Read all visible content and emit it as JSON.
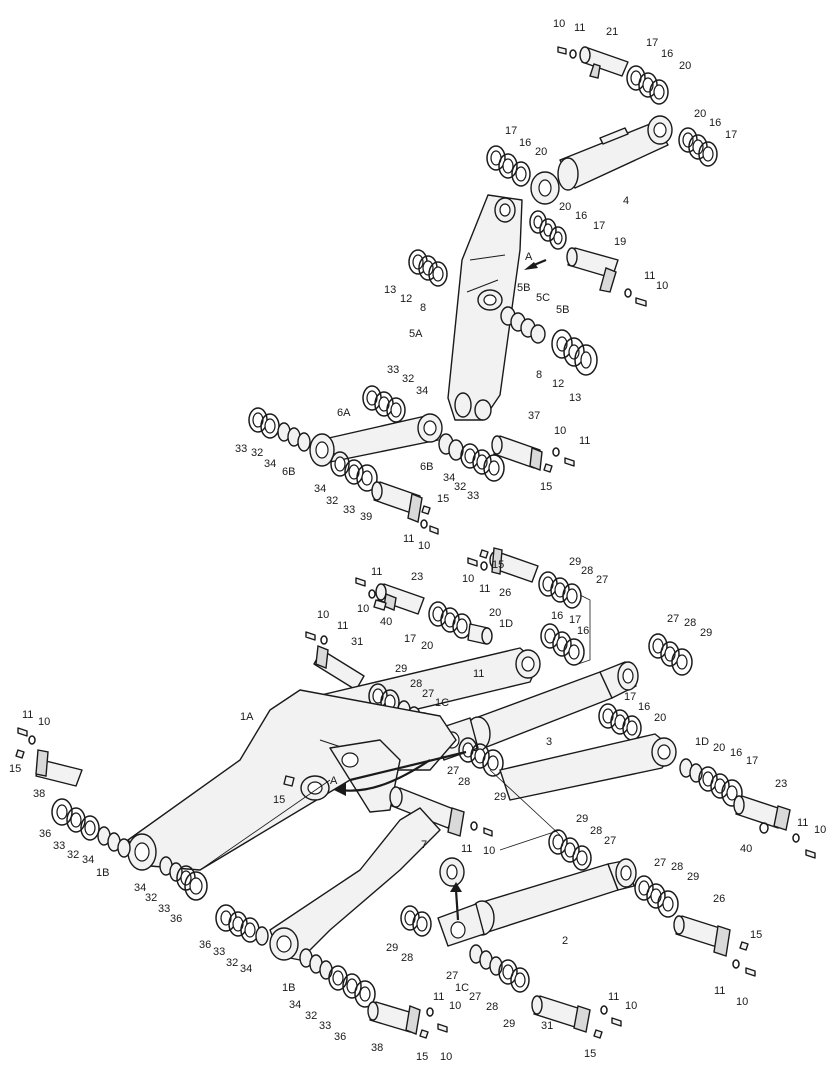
{
  "callouts": [
    {
      "key": "c1",
      "text": "10"
    },
    {
      "key": "c2",
      "text": "11"
    },
    {
      "key": "c3",
      "text": "21"
    },
    {
      "key": "c4",
      "text": "17"
    },
    {
      "key": "c5",
      "text": "16"
    },
    {
      "key": "c6",
      "text": "20"
    },
    {
      "key": "c7",
      "text": "20"
    },
    {
      "key": "c8",
      "text": "16"
    },
    {
      "key": "c9",
      "text": "17"
    },
    {
      "key": "c10",
      "text": "17"
    },
    {
      "key": "c11",
      "text": "16"
    },
    {
      "key": "c12",
      "text": "20"
    },
    {
      "key": "c13",
      "text": "4"
    },
    {
      "key": "c14",
      "text": "20"
    },
    {
      "key": "c15",
      "text": "16"
    },
    {
      "key": "c16",
      "text": "17"
    },
    {
      "key": "c17",
      "text": "19"
    },
    {
      "key": "c18",
      "text": "A"
    },
    {
      "key": "c19",
      "text": "11"
    },
    {
      "key": "c20",
      "text": "10"
    },
    {
      "key": "c21",
      "text": "13"
    },
    {
      "key": "c22",
      "text": "12"
    },
    {
      "key": "c23",
      "text": "8"
    },
    {
      "key": "c24",
      "text": "5B"
    },
    {
      "key": "c25",
      "text": "5C"
    },
    {
      "key": "c26",
      "text": "5B"
    },
    {
      "key": "c27",
      "text": "5A"
    },
    {
      "key": "c28",
      "text": "8"
    },
    {
      "key": "c29",
      "text": "12"
    },
    {
      "key": "c30",
      "text": "13"
    },
    {
      "key": "c31",
      "text": "33"
    },
    {
      "key": "c32",
      "text": "32"
    },
    {
      "key": "c33",
      "text": "34"
    },
    {
      "key": "c34",
      "text": "6A"
    },
    {
      "key": "c35",
      "text": "33"
    },
    {
      "key": "c36",
      "text": "32"
    },
    {
      "key": "c37",
      "text": "34"
    },
    {
      "key": "c38",
      "text": "6B"
    },
    {
      "key": "c39",
      "text": "37"
    },
    {
      "key": "c40",
      "text": "10"
    },
    {
      "key": "c41",
      "text": "11"
    },
    {
      "key": "c42",
      "text": "6B"
    },
    {
      "key": "c43",
      "text": "34"
    },
    {
      "key": "c44",
      "text": "32"
    },
    {
      "key": "c45",
      "text": "33"
    },
    {
      "key": "c46",
      "text": "15"
    },
    {
      "key": "c47",
      "text": "34"
    },
    {
      "key": "c48",
      "text": "32"
    },
    {
      "key": "c49",
      "text": "33"
    },
    {
      "key": "c50",
      "text": "39"
    },
    {
      "key": "c51",
      "text": "15"
    },
    {
      "key": "c52",
      "text": "11"
    },
    {
      "key": "c53",
      "text": "10"
    },
    {
      "key": "c54",
      "text": "15"
    },
    {
      "key": "c55",
      "text": "10"
    },
    {
      "key": "c56",
      "text": "11"
    },
    {
      "key": "c57",
      "text": "26"
    },
    {
      "key": "c58",
      "text": "29"
    },
    {
      "key": "c59",
      "text": "28"
    },
    {
      "key": "c60",
      "text": "27"
    },
    {
      "key": "c61",
      "text": "11"
    },
    {
      "key": "c62",
      "text": "23"
    },
    {
      "key": "c63",
      "text": "10"
    },
    {
      "key": "c64",
      "text": "40"
    },
    {
      "key": "c65",
      "text": "20"
    },
    {
      "key": "c66",
      "text": "16"
    },
    {
      "key": "c67",
      "text": "17"
    },
    {
      "key": "c68",
      "text": "20"
    },
    {
      "key": "c69",
      "text": "1D"
    },
    {
      "key": "c70",
      "text": "17"
    },
    {
      "key": "c71",
      "text": "16"
    },
    {
      "key": "c72",
      "text": "10"
    },
    {
      "key": "c73",
      "text": "11"
    },
    {
      "key": "c74",
      "text": "27"
    },
    {
      "key": "c75",
      "text": "28"
    },
    {
      "key": "c76",
      "text": "29"
    },
    {
      "key": "c77",
      "text": "31"
    },
    {
      "key": "c78",
      "text": "11"
    },
    {
      "key": "c79",
      "text": "29"
    },
    {
      "key": "c80",
      "text": "28"
    },
    {
      "key": "c81",
      "text": "27"
    },
    {
      "key": "c82",
      "text": "1C"
    },
    {
      "key": "c83",
      "text": "17"
    },
    {
      "key": "c84",
      "text": "16"
    },
    {
      "key": "c85",
      "text": "20"
    },
    {
      "key": "c86",
      "text": "1A"
    },
    {
      "key": "c87",
      "text": "3"
    },
    {
      "key": "c88",
      "text": "11"
    },
    {
      "key": "c89",
      "text": "10"
    },
    {
      "key": "c90",
      "text": "1D"
    },
    {
      "key": "c91",
      "text": "20"
    },
    {
      "key": "c92",
      "text": "16"
    },
    {
      "key": "c93",
      "text": "17"
    },
    {
      "key": "c94",
      "text": "15"
    },
    {
      "key": "c95",
      "text": "A"
    },
    {
      "key": "c96",
      "text": "27"
    },
    {
      "key": "c97",
      "text": "28"
    },
    {
      "key": "c98",
      "text": "29"
    },
    {
      "key": "c99",
      "text": "38"
    },
    {
      "key": "c100",
      "text": "23"
    },
    {
      "key": "c101",
      "text": "15"
    },
    {
      "key": "c102",
      "text": "7"
    },
    {
      "key": "c103",
      "text": "11"
    },
    {
      "key": "c104",
      "text": "10"
    },
    {
      "key": "c105",
      "text": "11"
    },
    {
      "key": "c106",
      "text": "10"
    },
    {
      "key": "c107",
      "text": "36"
    },
    {
      "key": "c108",
      "text": "33"
    },
    {
      "key": "c109",
      "text": "32"
    },
    {
      "key": "c110",
      "text": "34"
    },
    {
      "key": "c111",
      "text": "1B"
    },
    {
      "key": "c112",
      "text": "40"
    },
    {
      "key": "c113",
      "text": "29"
    },
    {
      "key": "c114",
      "text": "28"
    },
    {
      "key": "c115",
      "text": "27"
    },
    {
      "key": "c116",
      "text": "34"
    },
    {
      "key": "c117",
      "text": "32"
    },
    {
      "key": "c118",
      "text": "33"
    },
    {
      "key": "c119",
      "text": "36"
    },
    {
      "key": "c120",
      "text": "27"
    },
    {
      "key": "c121",
      "text": "28"
    },
    {
      "key": "c122",
      "text": "29"
    },
    {
      "key": "c123",
      "text": "36"
    },
    {
      "key": "c124",
      "text": "33"
    },
    {
      "key": "c125",
      "text": "32"
    },
    {
      "key": "c126",
      "text": "34"
    },
    {
      "key": "c127",
      "text": "2"
    },
    {
      "key": "c128",
      "text": "26"
    },
    {
      "key": "c129",
      "text": "29"
    },
    {
      "key": "c130",
      "text": "28"
    },
    {
      "key": "c131",
      "text": "15"
    },
    {
      "key": "c132",
      "text": "27"
    },
    {
      "key": "c133",
      "text": "1C"
    },
    {
      "key": "c134",
      "text": "27"
    },
    {
      "key": "c135",
      "text": "28"
    },
    {
      "key": "c136",
      "text": "29"
    },
    {
      "key": "c137",
      "text": "11"
    },
    {
      "key": "c138",
      "text": "10"
    },
    {
      "key": "c139",
      "text": "1B"
    },
    {
      "key": "c140",
      "text": "34"
    },
    {
      "key": "c141",
      "text": "32"
    },
    {
      "key": "c142",
      "text": "33"
    },
    {
      "key": "c143",
      "text": "36"
    },
    {
      "key": "c144",
      "text": "11"
    },
    {
      "key": "c145",
      "text": "10"
    },
    {
      "key": "c146",
      "text": "38"
    },
    {
      "key": "c147",
      "text": "31"
    },
    {
      "key": "c148",
      "text": "11"
    },
    {
      "key": "c149",
      "text": "10"
    },
    {
      "key": "c150",
      "text": "15"
    },
    {
      "key": "c151",
      "text": "15"
    },
    {
      "key": "c152",
      "text": "10"
    }
  ]
}
